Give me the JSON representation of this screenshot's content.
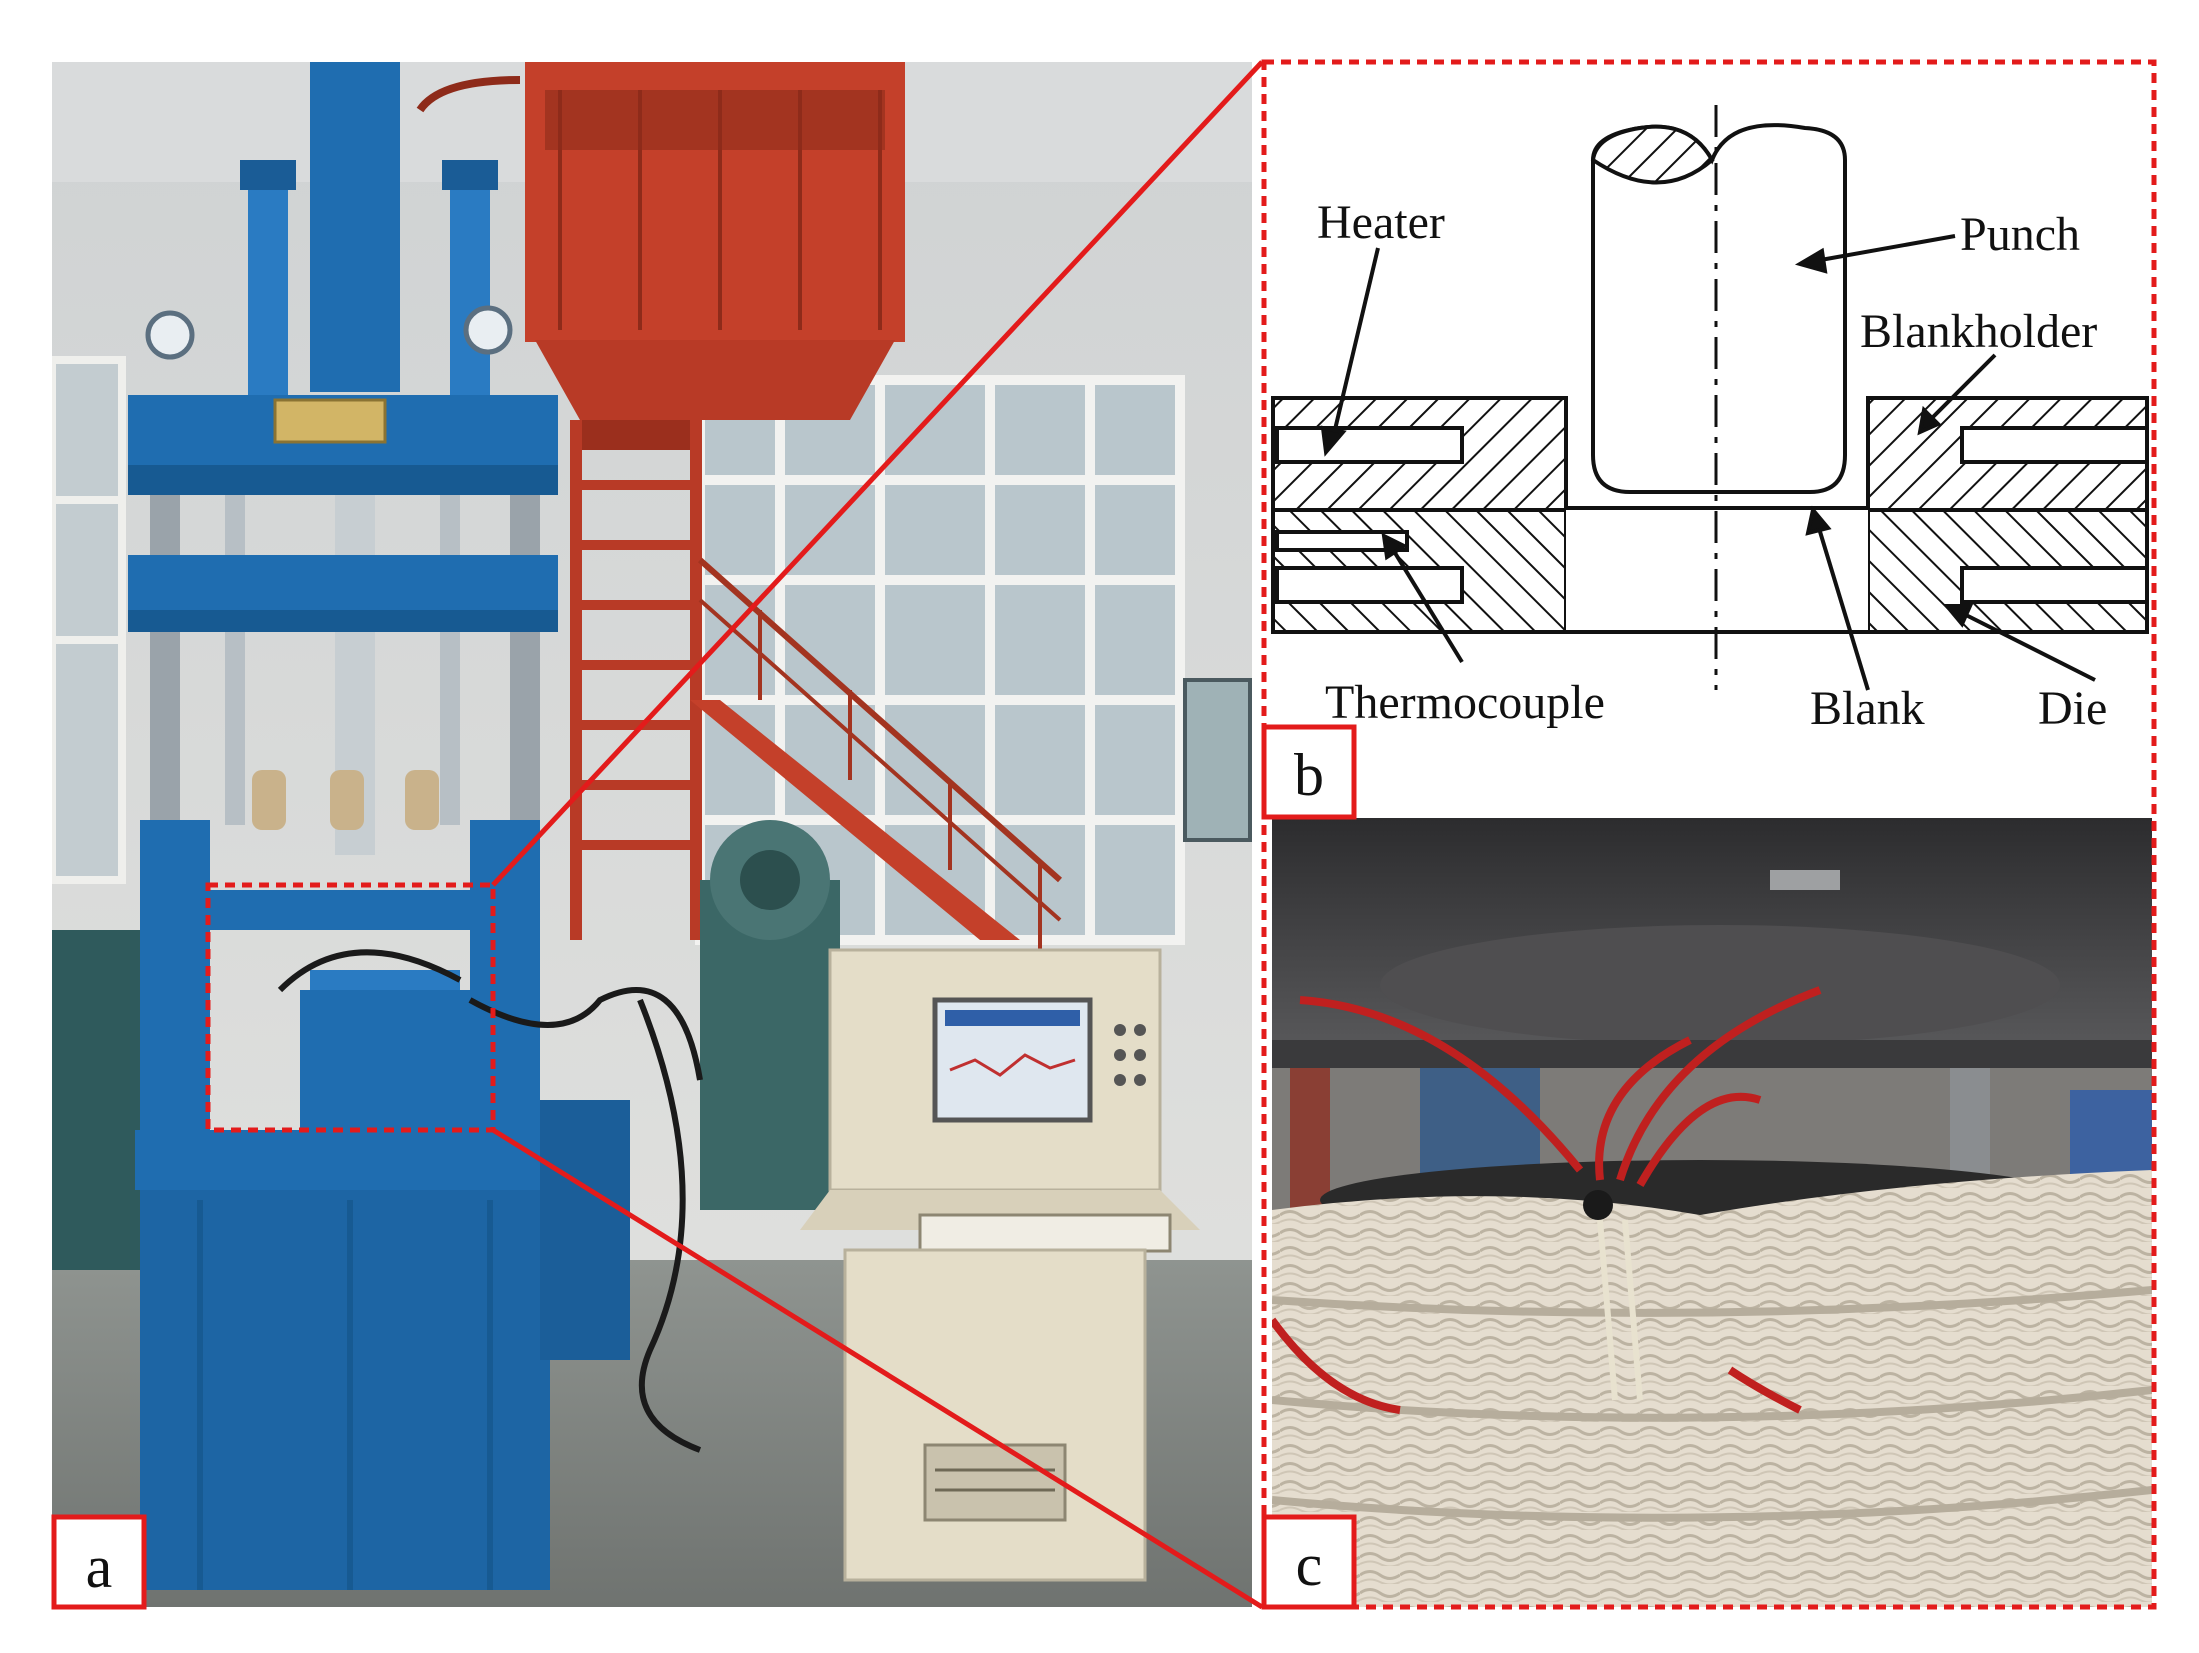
{
  "panels": {
    "a": {
      "label": "a"
    },
    "b": {
      "label": "b"
    },
    "c": {
      "label": "c"
    }
  },
  "diagram": {
    "labels": {
      "heater": "Heater",
      "punch": "Punch",
      "blankholder": "Blankholder",
      "thermocouple": "Thermocouple",
      "blank": "Blank",
      "die": "Die"
    }
  },
  "colors": {
    "accent_red": "#e31b1b",
    "press_blue": "#1f6db0",
    "frame_red": "#c4402a",
    "cabinet_beige": "#e4ddc8",
    "insulation": "#e8e0d2"
  }
}
